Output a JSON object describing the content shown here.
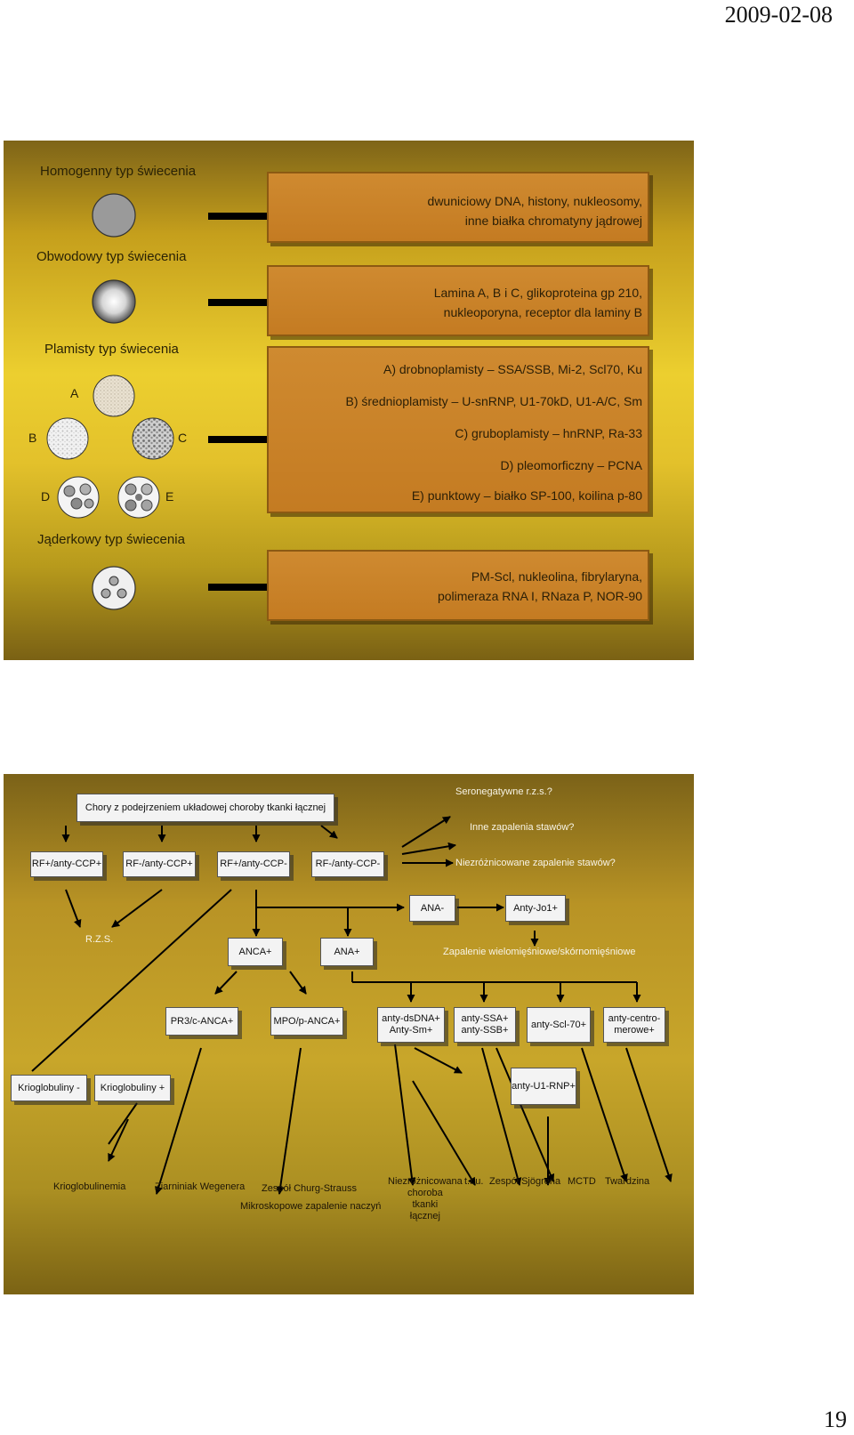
{
  "header": {
    "date": "2009-02-08",
    "page_number": "19"
  },
  "slide1": {
    "homogenny": {
      "label": "Homogenny typ świecenia",
      "line1": "dwuniciowy DNA, histony, nukleosomy,",
      "line2": "inne białka chromatyny jądrowej"
    },
    "obwodowy": {
      "label": "Obwodowy typ świecenia",
      "line1": "Lamina A, B i C, glikoproteina gp 210,",
      "line2": "nukleoporyna, receptor dla laminy B"
    },
    "plamisty": {
      "label": "Plamisty typ świecenia",
      "letters": {
        "a": "A",
        "b": "B",
        "c": "C",
        "d": "D",
        "e": "E"
      },
      "items": {
        "a": "A)   drobnoplamisty – SSA/SSB, Mi-2, Scl70, Ku",
        "b": "B)   średnioplamisty – U-snRNP, U1-70kD, U1-A/C, Sm",
        "c": "C)   gruboplamisty – hnRNP, Ra-33",
        "d": "D)   pleomorficzny – PCNA",
        "e": "E)   punktowy – białko SP-100, koilina p-80"
      }
    },
    "jaderkowy": {
      "label": "Jąderkowy typ świecenia",
      "line1": "PM-Scl, nukleolina, fibrylaryna,",
      "line2": "polimeraza RNA I, RNaza P, NOR-90"
    }
  },
  "slide2": {
    "root": "Chory z podejrzeniem układowej choroby tkanki łącznej",
    "right_top": {
      "sero": "Seronegatywne r.z.s.?",
      "inne": "Inne zapalenia stawów?",
      "niez": "Niezróżnicowane zapalenie stawów?"
    },
    "rf": [
      "RF+/anty-CCP+",
      "RF-/anty-CCP+",
      "RF+/anty-CCP-",
      "RF-/anty-CCP-"
    ],
    "ana_minus": "ANA-",
    "anty_jo1": "Anty-Jo1+",
    "rzs": "R.Z.S.",
    "anca": "ANCA+",
    "ana_plus": "ANA+",
    "zapalenie": "Zapalenie wielomięśniowe/skórnomięśniowe",
    "row4": {
      "pr3": "PR3/c-ANCA+",
      "mpo": "MPO/p-ANCA+",
      "dsdna1": "anty-dsDNA+",
      "dsdna2": "Anty-Sm+",
      "ssa1": "anty-SSA+",
      "ssa2": "anty-SSB+",
      "scl": "anty-Scl-70+",
      "centro1": "anty-centro-",
      "centro2": "merowe+"
    },
    "krio_minus": "Krioglobuliny -",
    "krio_plus": "Krioglobuliny +",
    "u1rnp": "anty-U1-RNP+",
    "bottom": {
      "krioglobulinemia": "Krioglobulinemia",
      "wegener": "Ziarniniak Wegenera",
      "churg": "Zespół Churg-Strauss",
      "mikro": "Mikroskopowe zapalenie naczyń",
      "niez1": "Niezróżnicowana",
      "niez2": "choroba",
      "niez3": "tkanki",
      "niez4": "łącznej",
      "tru": "t.r.u.",
      "sjogren": "Zespół Sjögrena",
      "mctd": "MCTD",
      "twardzina": "Twardzina"
    }
  }
}
